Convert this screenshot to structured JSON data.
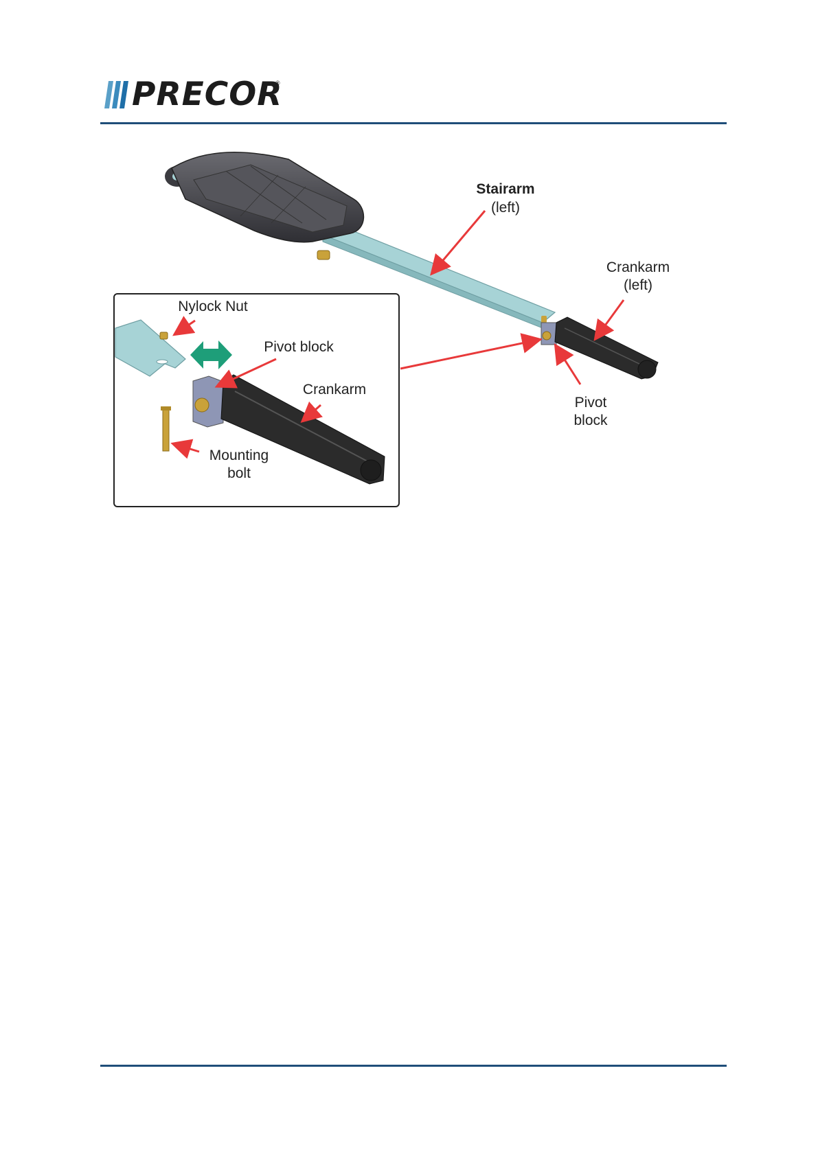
{
  "header": {
    "logo_text": "PRECOR",
    "logo_mark": "®",
    "rule_color": "#1f4e79"
  },
  "figure": {
    "main_labels": {
      "stairarm_title": "Stairarm",
      "stairarm_side": "(left)",
      "crankarm_title": "Crankarm",
      "crankarm_side": "(left)",
      "pivot_line1": "Pivot",
      "pivot_line2": "block"
    },
    "inset_labels": {
      "nylock_nut": "Nylock Nut",
      "pivot_block": "Pivot block",
      "crankarm": "Crankarm",
      "mounting_line1": "Mounting",
      "mounting_line2": "bolt"
    },
    "colors": {
      "tube": "#a7d3d6",
      "tube_edge": "#6e9ea2",
      "pedal": "#4a4a4f",
      "crank": "#2b2b2b",
      "brass": "#c9a23a",
      "arrow_red": "#e8393a",
      "arrow_green": "#1e9e79"
    }
  },
  "footer": {
    "rule_color": "#1f4e79"
  }
}
